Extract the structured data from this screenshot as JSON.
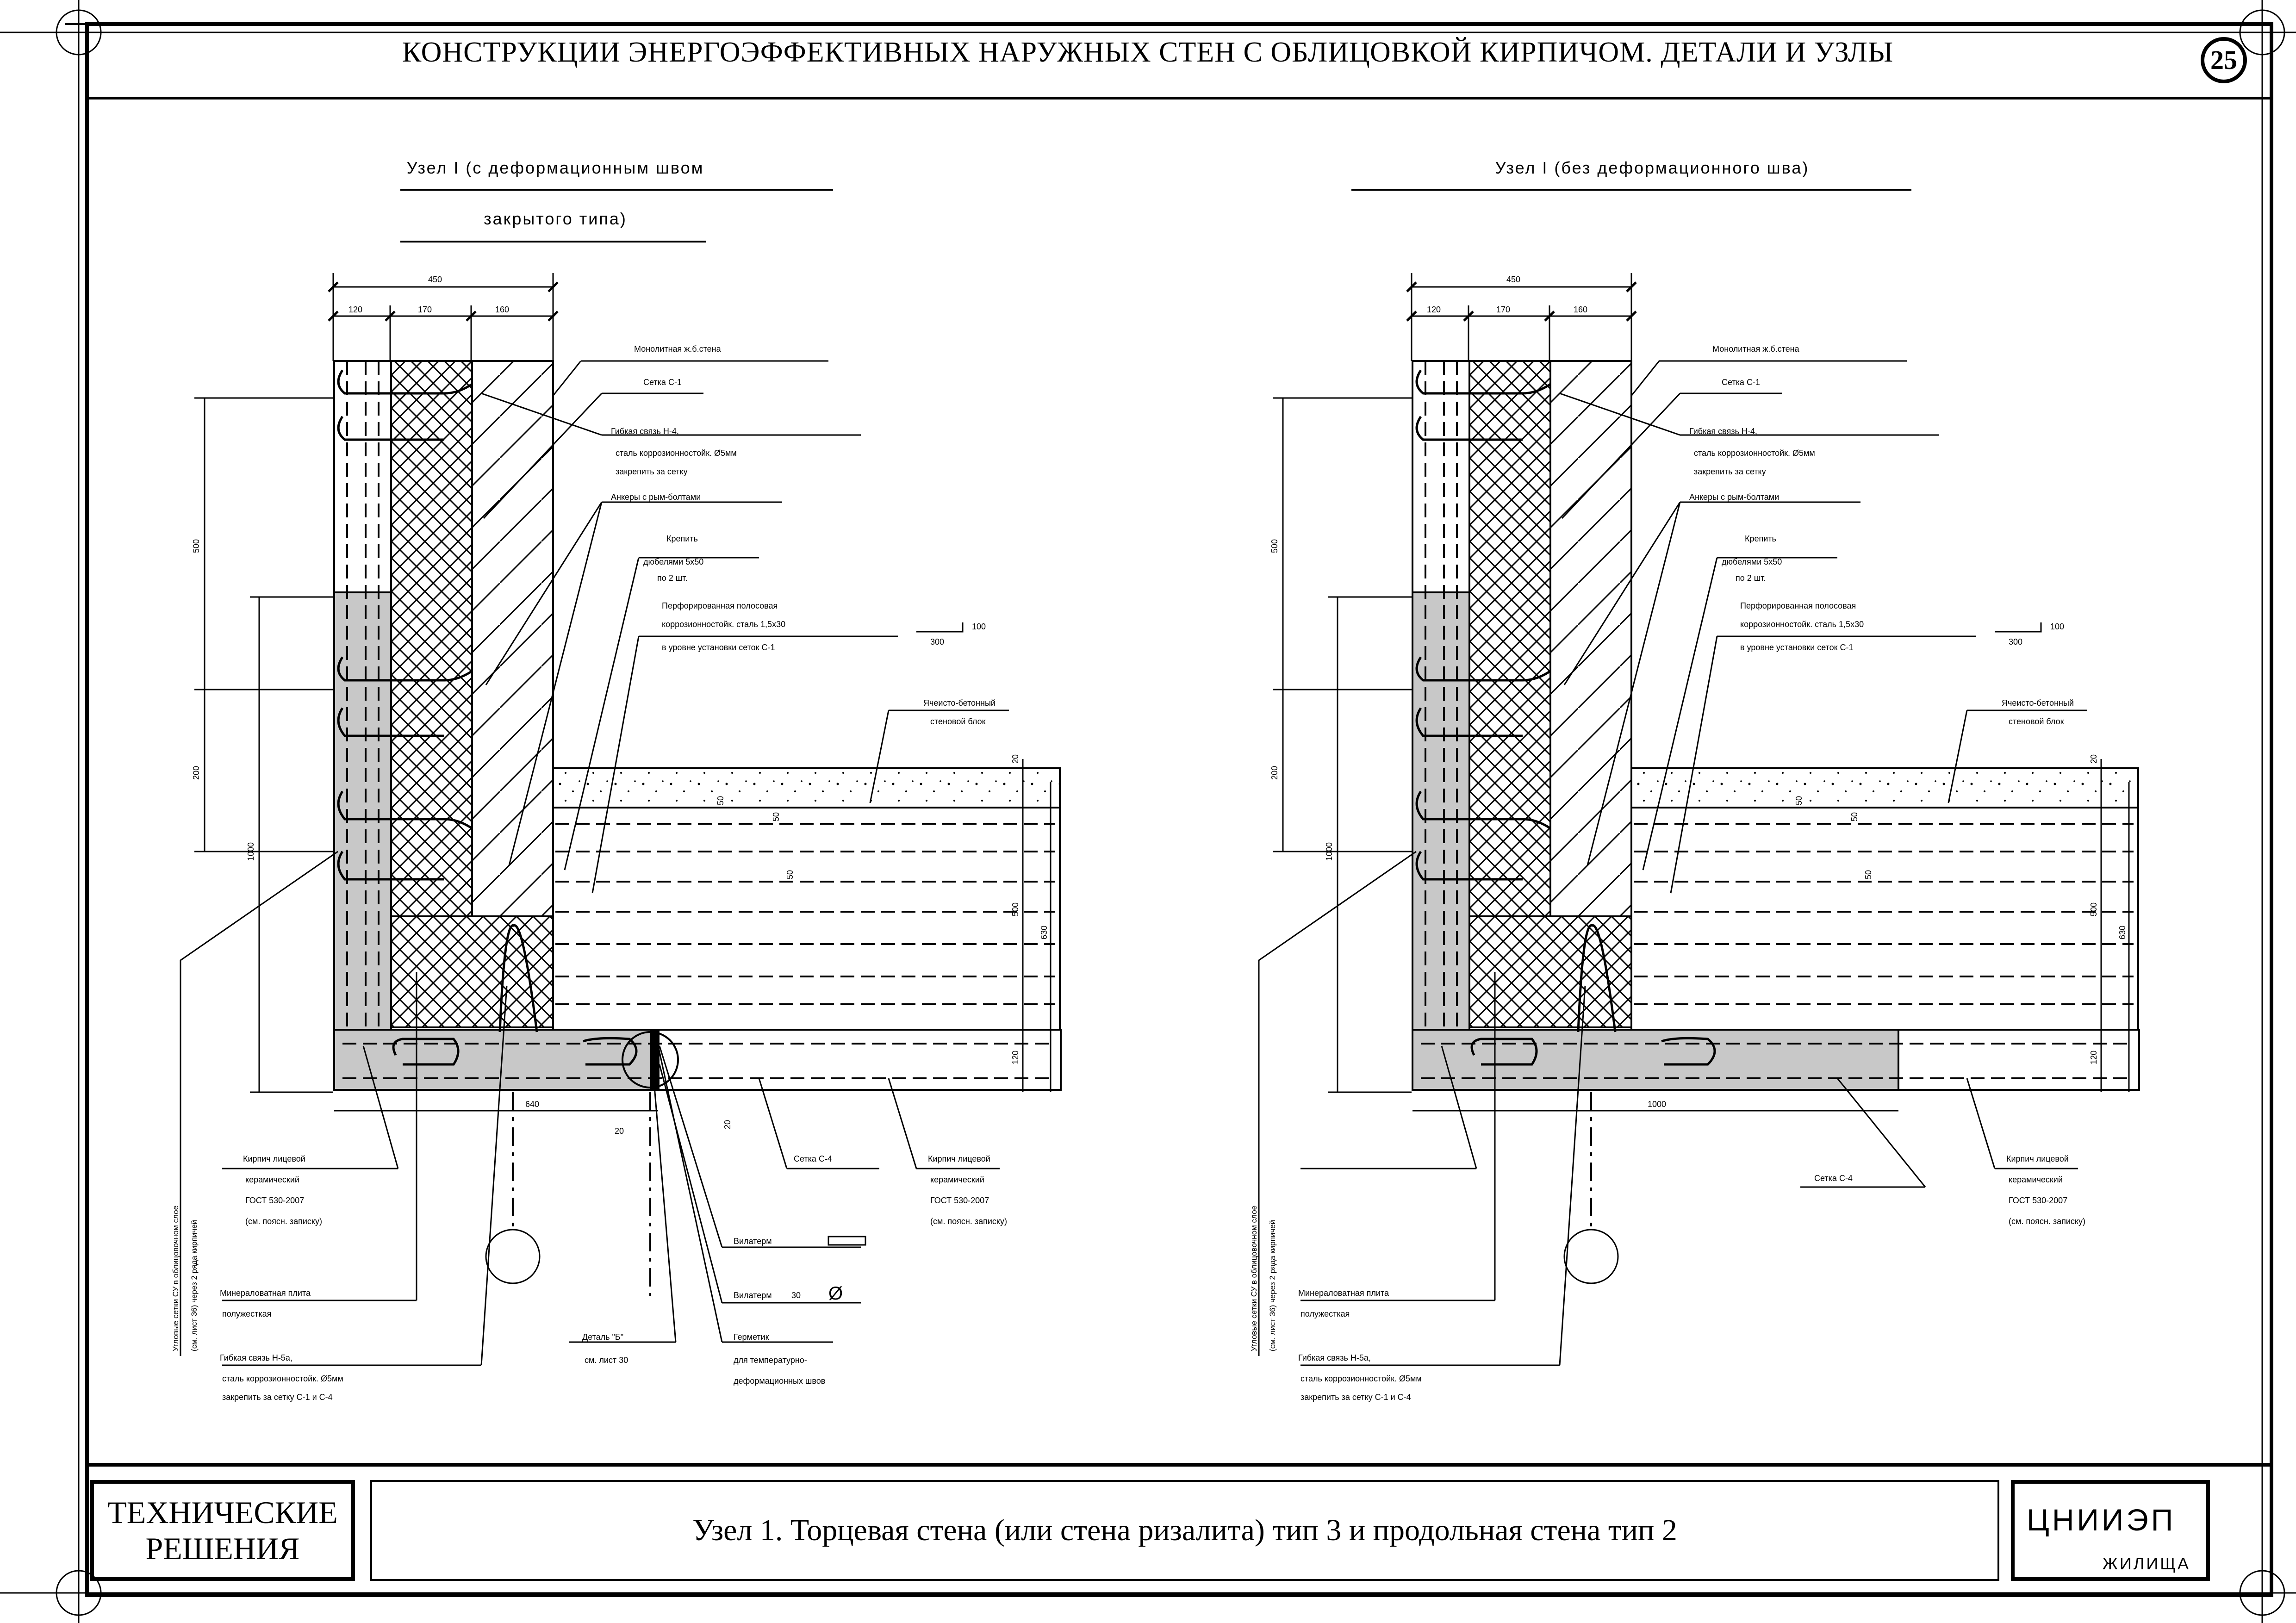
{
  "sheet": {
    "title": "КОНСТРУКЦИИ ЭНЕРГОЭФФЕКТИВНЫХ НАРУЖНЫХ СТЕН С ОБЛИЦОВКОЙ КИРПИЧОМ. ДЕТАЛИ И УЗЛЫ",
    "number": "25"
  },
  "stamp": {
    "left_line1": "ТЕХНИЧЕСКИЕ",
    "left_line2": "РЕШЕНИЯ",
    "caption": "Узел 1.  Торцевая стена (или стена ризалита) тип 3 и продольная стена тип 2",
    "org": "ЦНИИЭП",
    "org_sub": "ЖИЛИЩА"
  },
  "details": [
    {
      "heading_line1": "Узел I (с деформационным швом",
      "heading_line2": "закрытого типа)",
      "dims": {
        "total": "450",
        "d1": "120",
        "d2": "170",
        "d3": "160",
        "v500": "500",
        "v200": "200",
        "v1000": "1000",
        "r50a": "50",
        "r50b": "50",
        "r50c": "50",
        "r500": "500",
        "r630": "630",
        "r120": "120",
        "r20": "20",
        "bottom": "640",
        "gap": "20",
        "gap_b": "20",
        "plate_a": "100",
        "plate_b": "300"
      },
      "labels": {
        "monolith": "Монолитная ж.б.стена",
        "mesh_c1": "Сетка  С-1",
        "flex_h4_1": "Гибкая связь Н-4,",
        "flex_h4_2": "сталь коррозионностойк. Ø5мм",
        "flex_h4_3": "закрепить за сетку",
        "anchors": "Анкеры с рым-болтами",
        "fix_1": "Крепить",
        "fix_2": "дюбелями 5х50",
        "fix_3": "по 2 шт.",
        "perf_1": "Перфорированная полосовая",
        "perf_2": "коррозионностойк. сталь 1,5х30",
        "perf_3": "в уровне установки сеток С-1",
        "aerated_1": "Ячеисто-бетонный",
        "aerated_2": "стеновой блок",
        "brick_1": "Кирпич лицевой",
        "brick_2": "керамический",
        "brick_3": "ГОСТ 530-2007",
        "brick_4": "(см. поясн. записку)",
        "mesh_c4": "Сетка  С-4",
        "brick_r1": "Кирпич лицевой",
        "brick_r2": "керамический",
        "brick_r3": "ГОСТ 530-2007",
        "brick_r4": "(см. поясн. записку)",
        "vilaterm_1": "Вилатерм",
        "vilaterm_2": "Вилатерм",
        "vilaterm_size": "30",
        "diam_symbol": "Ø",
        "mineral_1": "Минераловатная плита",
        "mineral_2": "полужесткая",
        "flex_h5_1": "Гибкая связь Н-5а,",
        "flex_h5_2": "сталь коррозионностойк. Ø5мм",
        "flex_h5_3": "закрепить за сетку С-1 и С-4",
        "detail_b_1": "Деталь \"Б\"",
        "detail_b_2": "см. лист 30",
        "sealant_1": "Герметик",
        "sealant_2": "для температурно-",
        "sealant_3": "деформационных швов",
        "corner_mesh_1": "Угловые сетки СУ в облицовочном слое",
        "corner_mesh_2": "(см. лист 36) через 2 ряда кирпичей"
      }
    },
    {
      "heading_line1": "Узел I (без деформационного шва)",
      "dims": {
        "total": "450",
        "d1": "120",
        "d2": "170",
        "d3": "160",
        "v500": "500",
        "v200": "200",
        "v1000": "1000",
        "r50a": "50",
        "r50b": "50",
        "r50c": "50",
        "r500": "500",
        "r630": "630",
        "r120": "120",
        "r20": "20",
        "bottom": "1000",
        "plate_a": "100",
        "plate_b": "300"
      },
      "labels": {
        "monolith": "Монолитная ж.б.стена",
        "mesh_c1": "Сетка  С-1",
        "flex_h4_1": "Гибкая связь Н-4,",
        "flex_h4_2": "сталь коррозионностойк. Ø5мм",
        "flex_h4_3": "закрепить за сетку",
        "anchors": "Анкеры с рым-болтами",
        "fix_1": "Крепить",
        "fix_2": "дюбелями 5х50",
        "fix_3": "по 2 шт.",
        "perf_1": "Перфорированная полосовая",
        "perf_2": "коррозионностойк. сталь 1,5х30",
        "perf_3": "в уровне установки сеток С-1",
        "aerated_1": "Ячеисто-бетонный",
        "aerated_2": "стеновой блок",
        "mesh_c4": "Сетка  С-4",
        "brick_r1": "Кирпич лицевой",
        "brick_r2": "керамический",
        "brick_r3": "ГОСТ 530-2007",
        "brick_r4": "(см. поясн. записку)",
        "mineral_1": "Минераловатная плита",
        "mineral_2": "полужесткая",
        "flex_h5_1": "Гибкая связь Н-5а,",
        "flex_h5_2": "сталь коррозионностойк. Ø5мм",
        "flex_h5_3": "закрепить за сетку С-1 и С-4",
        "corner_mesh_1": "Угловые сетки СУ в облицовочном слое",
        "corner_mesh_2": "(см. лист 36) через 2 ряда кирпичей"
      }
    }
  ]
}
